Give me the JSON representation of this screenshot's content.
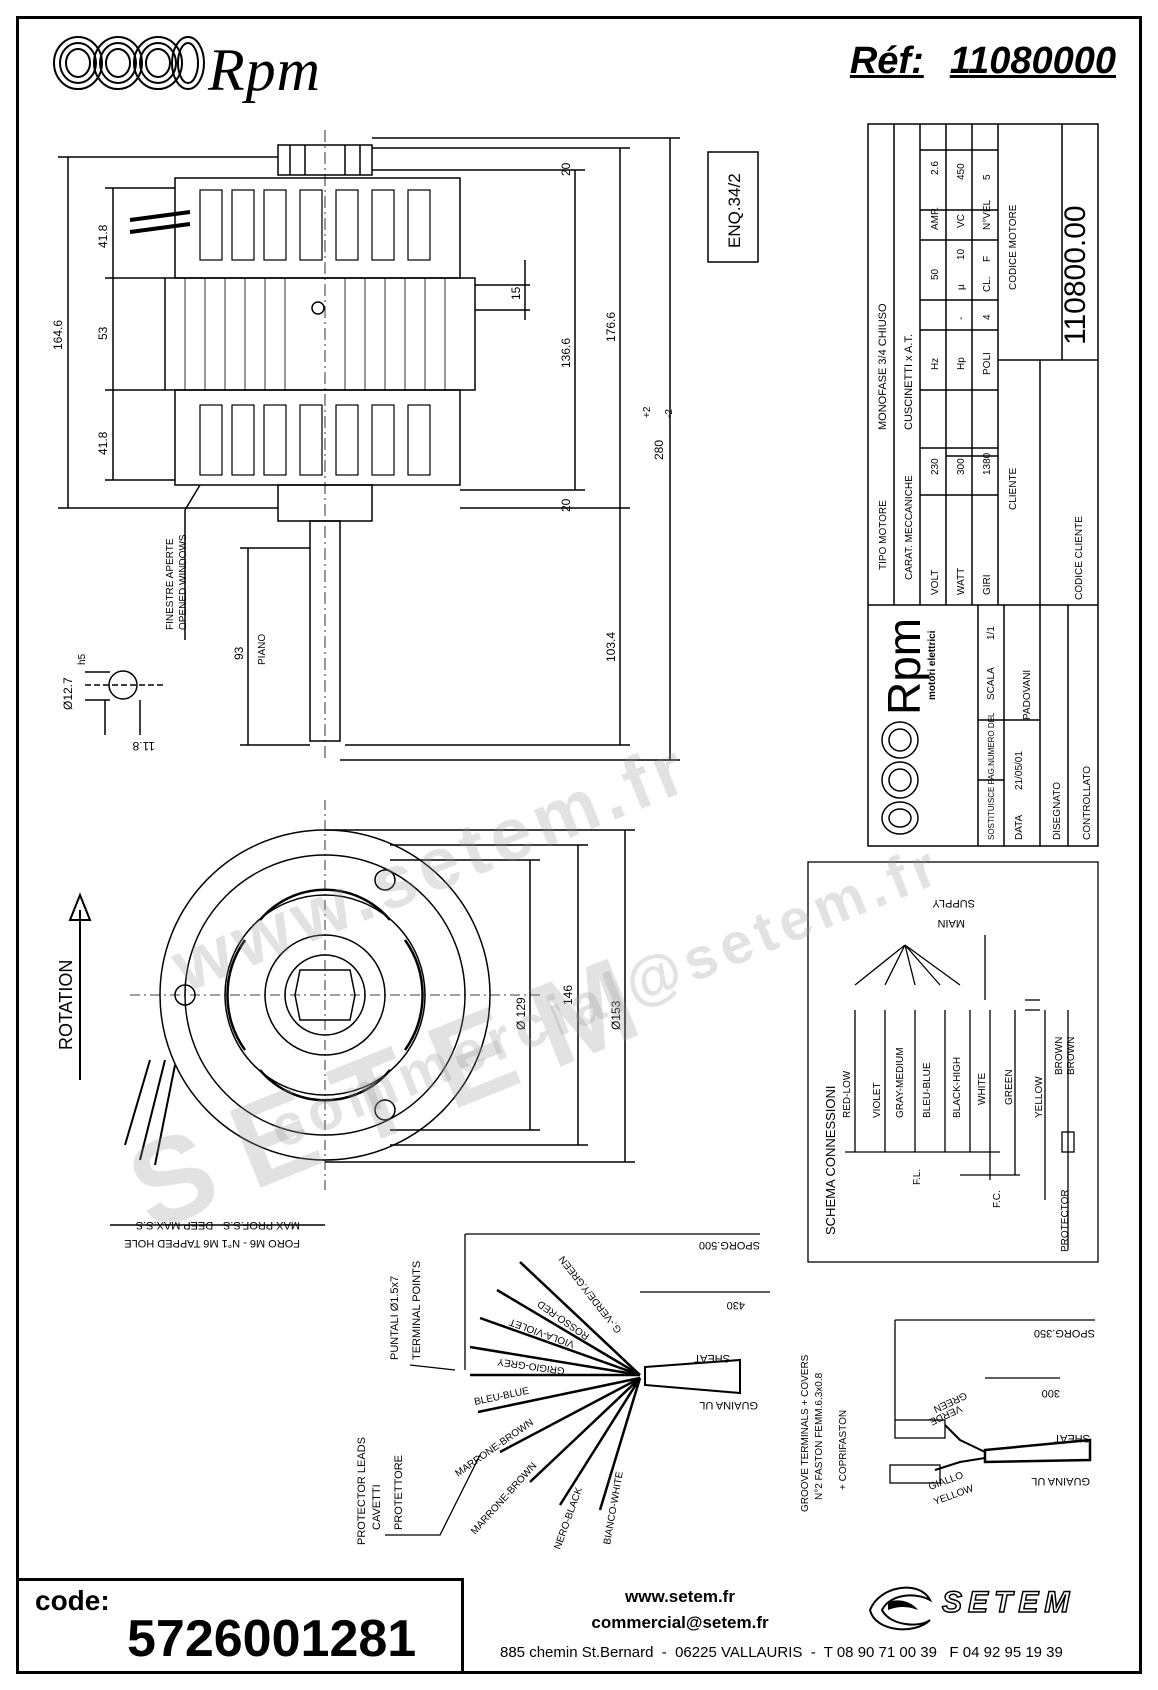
{
  "header": {
    "brand": "Rpm",
    "ref_label": "Réf:",
    "ref_value": "11080000"
  },
  "side_view": {
    "enq": "ENQ.34/2",
    "dims": {
      "d20_top": "20",
      "d41_8_top": "41.8",
      "d53": "53",
      "d164_6": "164.6",
      "d41_8_bot": "41.8",
      "d15": "15",
      "d136_6": "136.6",
      "d176_6": "176.6",
      "d280": "280",
      "tol_plus": "+2",
      "tol_minus": "-2",
      "d20_bot": "20",
      "d93": "93",
      "piano": "PIANO",
      "d103_4": "103.4",
      "h5": "h5",
      "d12_7": "Ø12.7",
      "d11_8": "11.8"
    },
    "windows_it": "FINESTRE APERTE",
    "windows_en": "OPENED WINDOWS"
  },
  "title_block": {
    "tipo_motore_label": "TIPO MOTORE",
    "tipo_motore_value": "MONOFASE 3/4 CHIUSO",
    "carat_label": "CARAT. MECCANICHE",
    "carat_value": "CUSCINETTI x A.T.",
    "row_volt": [
      "VOLT",
      "230",
      "Hz",
      "50",
      "AMP.",
      "2.6"
    ],
    "row_watt": [
      "WATT",
      "300",
      "Hp",
      "-",
      "µ",
      "10",
      "VC",
      "450"
    ],
    "row_giri": [
      "GIRI",
      "1380",
      "POLI",
      "4",
      "CL.",
      "F",
      "N°VEL",
      "5"
    ],
    "cliente_label": "CLIENTE",
    "codice_motore_label": "CODICE MOTORE",
    "codice_motore_value": "110800.00",
    "codice_cliente_label": "CODICE CLIENTE",
    "logo_brand": "Rpm",
    "logo_sub": "motori elettrici",
    "sostituisce": "SOSTITUISCE PAG.NUMERO DEL",
    "sost_value": "-",
    "scala_label": "SCALA",
    "scala_value": "1/1",
    "data_label": "DATA",
    "data_value": "21/05/01",
    "disegnato_label": "DISEGNATO",
    "disegnato_value": "PADOVANI",
    "controllato_label": "CONTROLLATO"
  },
  "front_view": {
    "rotation": "ROTATION",
    "d129": "Ø 129",
    "d146": "146",
    "d153": "Ø153",
    "tapped_en": "FORO M6 - N°1 M6 TAPPED HOLE",
    "tapped_it": "MAX PROF.S.S - DEEP MAX.S.S"
  },
  "schema": {
    "title": "SCHEMA CONNESSIONI",
    "main_supply": [
      "MAIN",
      "SUPPLY"
    ],
    "wires": [
      "RED-LOW",
      "VIOLET",
      "GRAY-MEDIUM",
      "BLEU-BLUE",
      "BLACK-HIGH",
      "WHITE",
      "GREEN",
      "YELLOW",
      "BROWN",
      "BROWN"
    ],
    "fl": "F.L.",
    "fc": "F.C.",
    "protector": "PROTECTOR"
  },
  "leads": {
    "sporg500": "SPORG.500",
    "d430": "430",
    "sheat": "SHEAT",
    "guaina": "GUAINA UL",
    "puntali": "PUNTALI Ø1.5x7",
    "terminal_points": "TERMINAL POINTS",
    "protector_leads": "PROTECTOR LEADS",
    "cavetti": "CAVETTI",
    "protettore": "PROTETTORE",
    "wires": [
      "G.-VERDE/Y.GREEN",
      "ROSSO-RED",
      "VIOLA-VIOLET",
      "GRIGIO-GREY",
      "BLEU-BLUE",
      "MARRONE-BROWN",
      "MARRONE-BROWN",
      "NERO-BLACK",
      "BIANCO-WHITE"
    ]
  },
  "cap_leads": {
    "sporg350": "SPORG.350",
    "d300": "300",
    "sheat": "SHEAT",
    "guaina": "GUAINA UL",
    "verde": "VERDE",
    "green": "GREEN",
    "giallo": "GIALLO",
    "yellow": "YELLOW",
    "groove": "GROOVE TERMINALS + COVERS",
    "faston": "N°2 FASTON FEMM.6.3x0.8",
    "copri": "+ COPRIFASTON"
  },
  "footer": {
    "code_label": "code:",
    "code_value": "5726001281",
    "web": "www.setem.fr",
    "email": "commercial@setem.fr",
    "address": "885 chemin St.Bernard  -  06225 VALLAURIS  -  T 08 90 71 00 39   F 04 92 95 19 39",
    "setem_brand": "SETEM"
  },
  "watermark": {
    "line1": "www.setem.fr",
    "line2": "SETEM",
    "line3": "commercial@setem.fr"
  }
}
